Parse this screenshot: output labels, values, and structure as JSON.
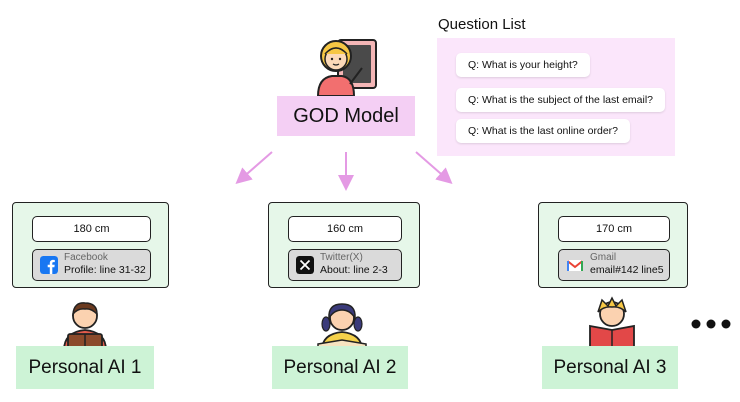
{
  "question_list": {
    "title": "Question List",
    "questions": [
      "Q: What is your height?",
      "Q: What is the subject of the last email?",
      "Q: What is the last online order?"
    ]
  },
  "god_model": {
    "label": "GOD Model"
  },
  "personal_ais": [
    {
      "label": "Personal AI 1",
      "value": "180 cm",
      "source": "Facebook",
      "detail": "Profile: line 31-32"
    },
    {
      "label": "Personal AI 2",
      "value": "160 cm",
      "source": "Twitter(X)",
      "detail": "About: line 2-3"
    },
    {
      "label": "Personal AI 3",
      "value": "170 cm",
      "source": "Gmail",
      "detail": "email#142  line5"
    }
  ],
  "colors": {
    "god_box": "#f4cff4",
    "question_panel": "#fbe6fb",
    "arrow": "#e49ae4",
    "panel": "#e6f7e9",
    "label": "#cdf3d6",
    "facebook": "#1877f2"
  }
}
